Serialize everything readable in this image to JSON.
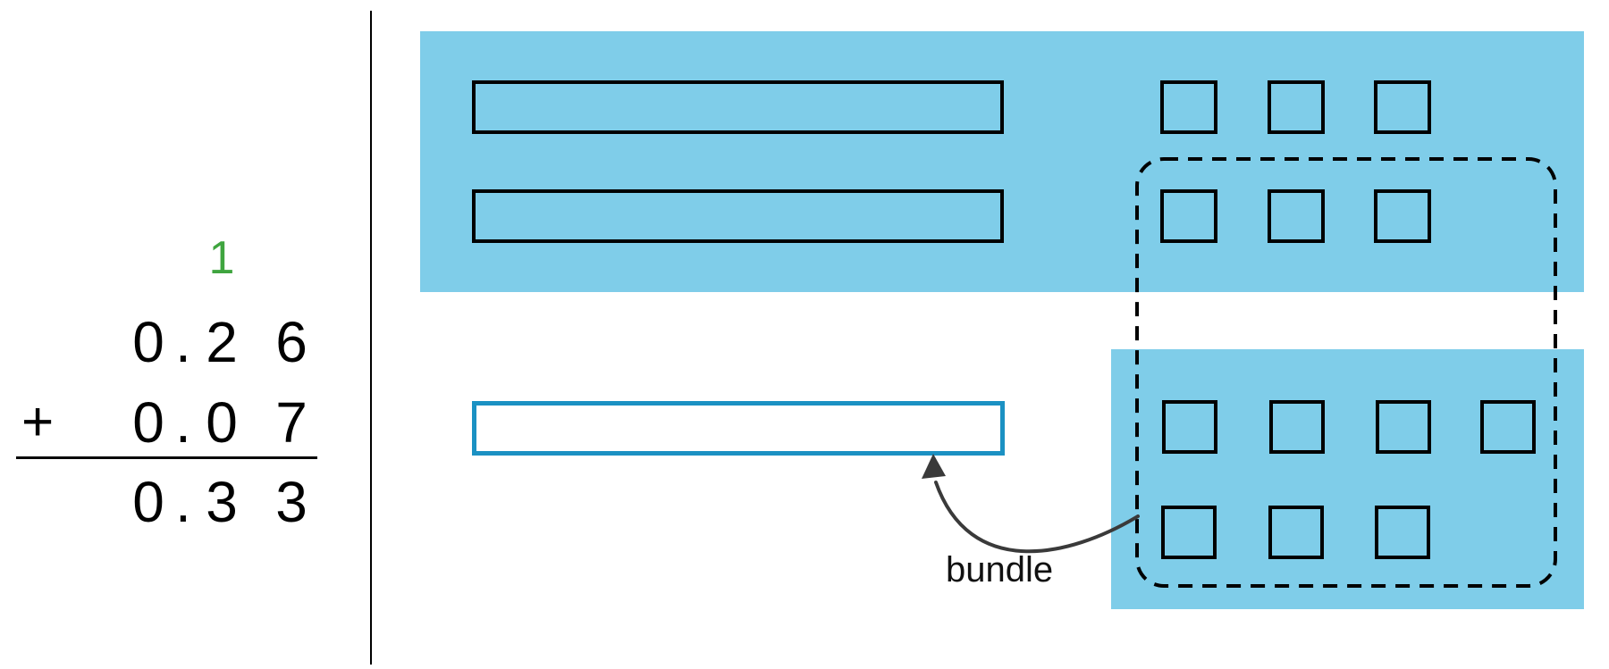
{
  "addition": {
    "carry": "1",
    "operator": "+",
    "addend1": [
      "0",
      ".",
      "2",
      "6"
    ],
    "addend2": [
      "0",
      ".",
      "0",
      "7"
    ],
    "sum": [
      "0",
      ".",
      "3",
      "3"
    ]
  },
  "labels": {
    "bundle": "bundle"
  },
  "diagram": {
    "top_panel": {
      "tenth_bars": 2,
      "hundredth_squares_row1": 3,
      "hundredth_squares_row2": 3
    },
    "bottom_panel": {
      "hundredth_squares_row1": 4,
      "hundredth_squares_row2": 3
    },
    "sum_tenth_bars": 1,
    "hundredths_inside_dashed_outline": 10
  },
  "colors": {
    "panel_fill": "#7FCDE9",
    "sum_bar_outline": "#1B91C3",
    "carry_green": "#3FA53F",
    "ink": "#000000",
    "background": "#FFFFFF"
  }
}
